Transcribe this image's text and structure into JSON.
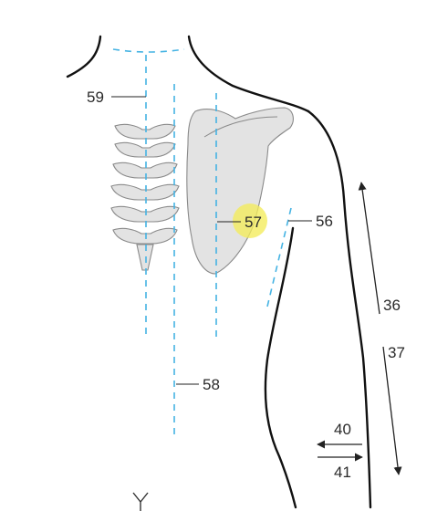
{
  "labels": {
    "l59": "59",
    "l58": "58",
    "l57": "57",
    "l56": "56",
    "l36": "36",
    "l37": "37",
    "l40": "40",
    "l41": "41"
  },
  "colors": {
    "guide_dashes": "#45b3e3",
    "bone_fill": "#e3e3e3",
    "highlight": "#f4ec5a",
    "outline": "#111111"
  }
}
